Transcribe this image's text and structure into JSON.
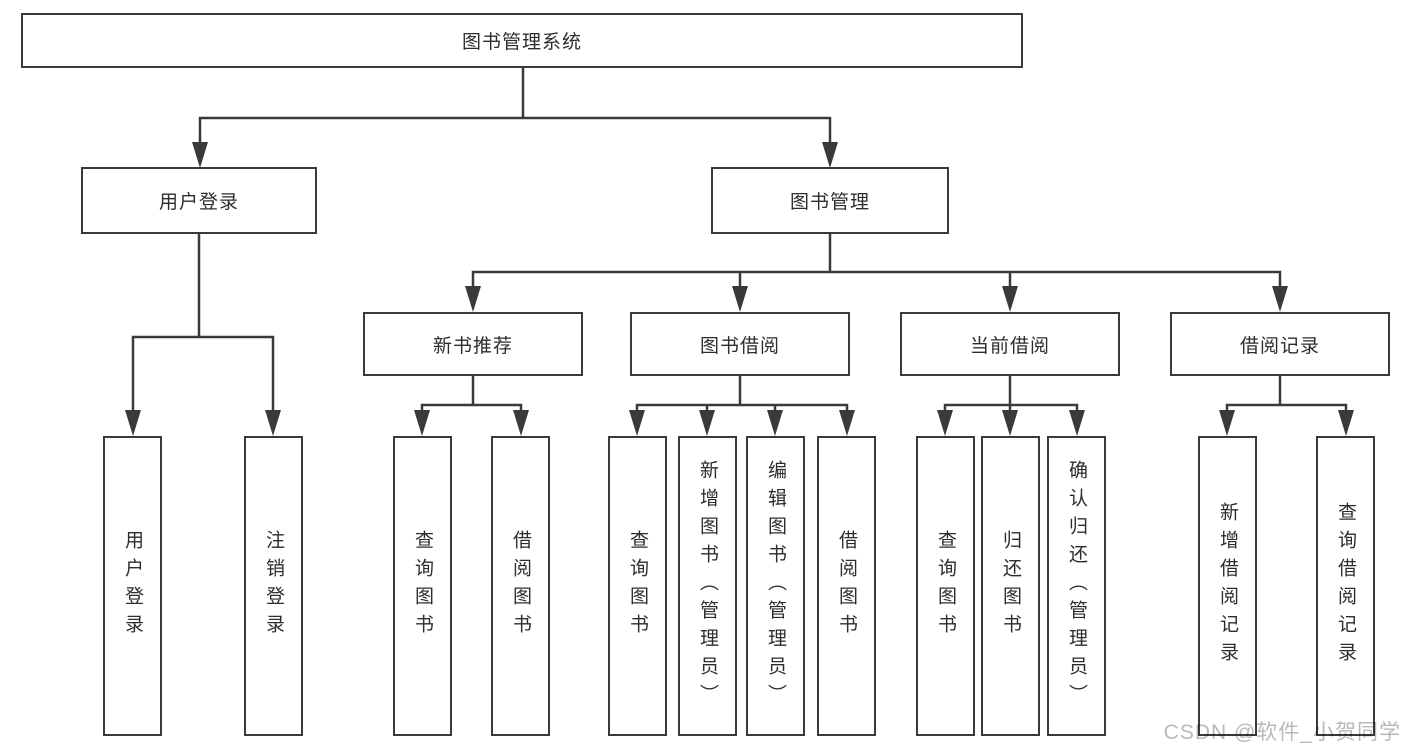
{
  "diagram": {
    "root": "图书管理系统",
    "level2": [
      "用户登录",
      "图书管理"
    ],
    "level3": [
      "新书推荐",
      "图书借阅",
      "当前借阅",
      "借阅记录"
    ],
    "leaves": {
      "user_login": [
        "用户登录",
        "注销登录"
      ],
      "new_book": [
        "查询图书",
        "借阅图书"
      ],
      "book_borrow": [
        "查询图书",
        "新增图书（管理员）",
        "编辑图书（管理员）",
        "借阅图书"
      ],
      "current_borrow": [
        "查询图书",
        "归还图书",
        "确认归还（管理员）"
      ],
      "borrow_record": [
        "新增借阅记录",
        "查询借阅记录"
      ]
    }
  },
  "watermark": {
    "text": "CSDN @软件_小贺同学"
  },
  "colors": {
    "background": "#ffffff",
    "line": "#3a3a3a",
    "text": "#2d2d2d",
    "watermark": "#b9b9b9"
  }
}
